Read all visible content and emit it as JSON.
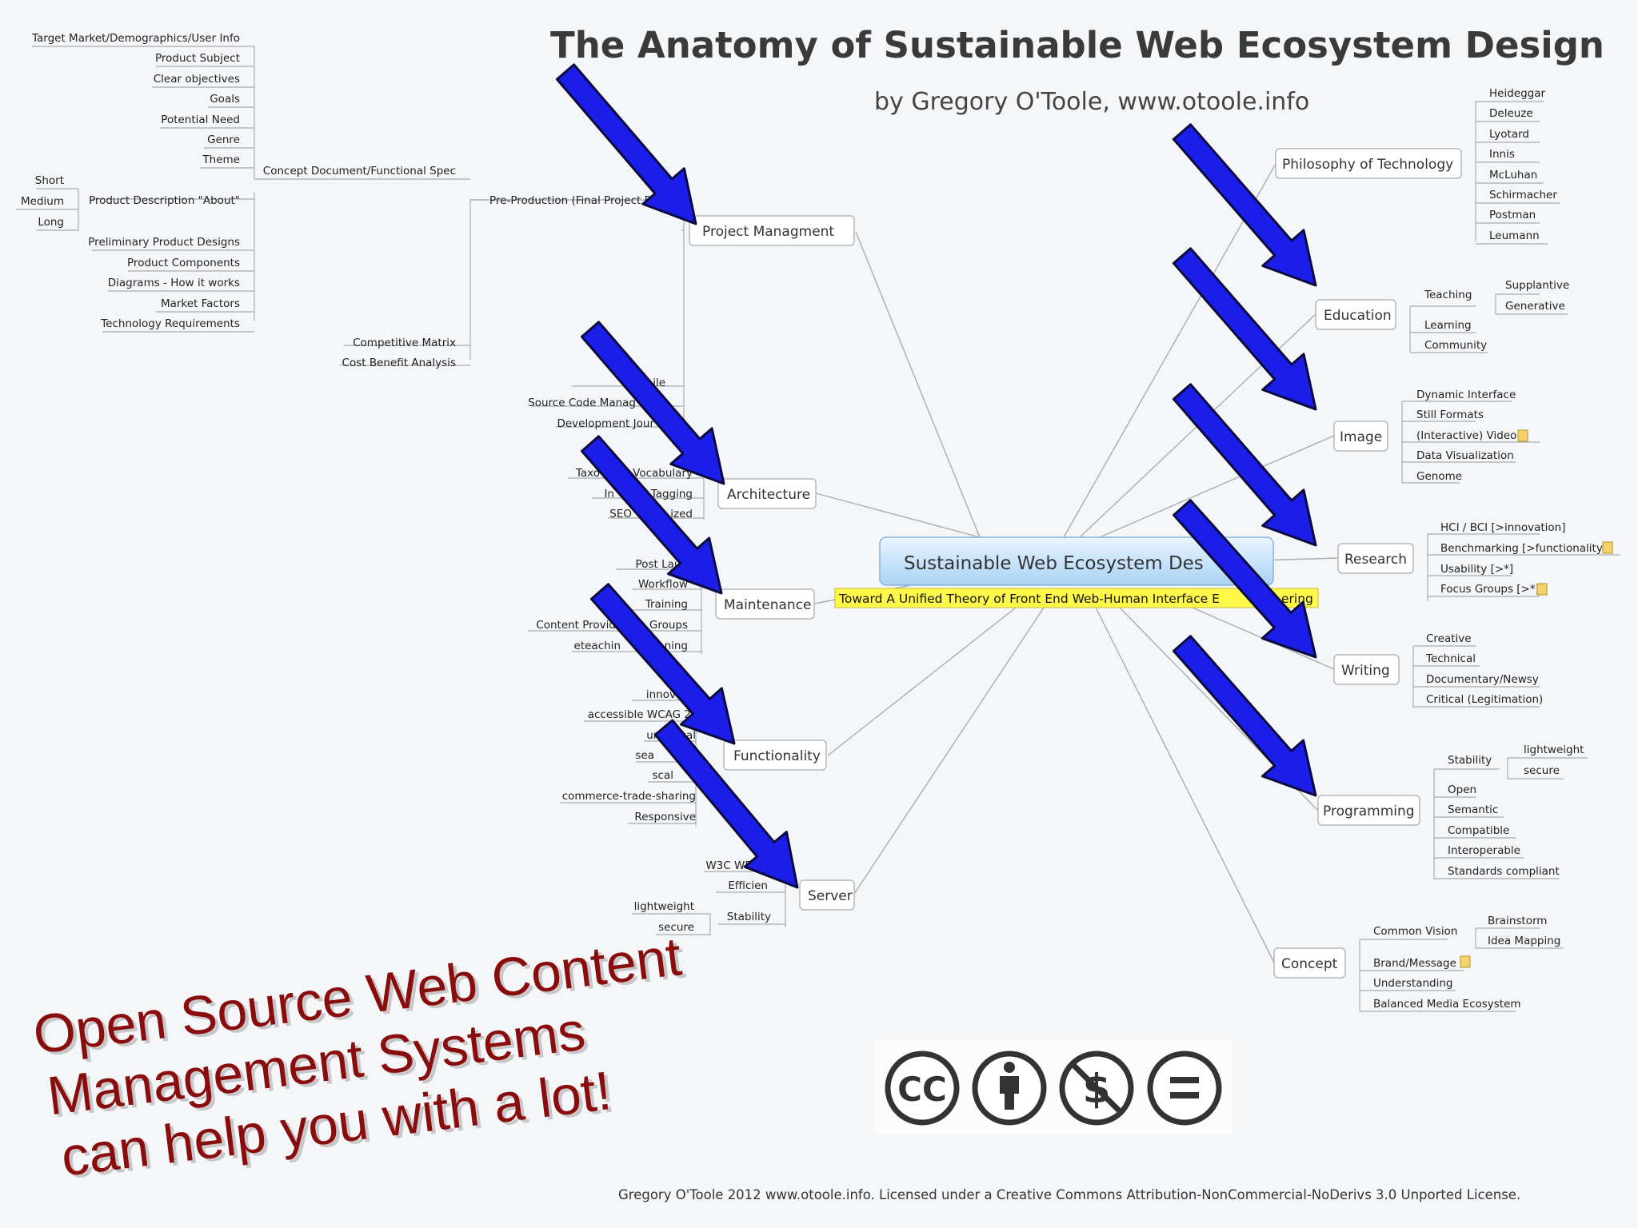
{
  "header": {
    "title": "The Anatomy of Sustainable Web Ecosystem Design",
    "byline": "by Gregory O'Toole, www.otoole.info"
  },
  "central": {
    "label": "Sustainable Web Ecosystem Des",
    "tagline": "Toward A Unified Theory of Front End Web-Human Interface E",
    "tagline_tail": "ering"
  },
  "left": {
    "project": {
      "label": "Project Managment",
      "preprod": "Pre-Production (Final Project Pla",
      "concept_doc": "Concept Document/Functional Spec",
      "concept_items": [
        "Target Market/Demographics/User Info",
        "Product Subject",
        "Clear objectives",
        "Goals",
        "Potential Need",
        "Genre",
        "Theme"
      ],
      "product_desc": "Product Description \"About\"",
      "lengths": [
        "Short",
        "Medium",
        "Long"
      ],
      "design_items": [
        "Preliminary Product Designs",
        "Product Components",
        "Diagrams - How it works",
        "Market Factors",
        "Technology Requirements"
      ],
      "extra": [
        "Competitive Matrix",
        "Cost Benefit Analysis"
      ],
      "partial": [
        "ile",
        "Source Code Manag",
        "Development Jour"
      ]
    },
    "architecture": {
      "label": "Architecture",
      "items": [
        "Taxo",
        "Vocabulary",
        "In",
        "Tagging",
        "SEO",
        "ized"
      ]
    },
    "maintenance": {
      "label": "Maintenance",
      "items": [
        "Post Laun",
        "Workflow",
        "Training",
        "Content Provid",
        "Groups",
        "eteachin",
        "ning"
      ]
    },
    "functionality": {
      "label": "Functionality",
      "items": [
        "innov",
        "accessible WCAG 2",
        "universal",
        "sea",
        "scal",
        "commerce-trade-sharing",
        "Responsive"
      ]
    },
    "server": {
      "label": "Server",
      "items": [
        "W3C WPE",
        "Efficien"
      ],
      "stability": "Stability",
      "stability_items": [
        "lightweight",
        "secure"
      ]
    }
  },
  "right": {
    "philosophy": {
      "label": "Philosophy of Technology",
      "items": [
        "Heideggar",
        "Deleuze",
        "Lyotard",
        "Innis",
        "McLuhan",
        "Schirmacher",
        "Postman",
        "Leumann"
      ]
    },
    "education": {
      "label": "Education",
      "teaching": "Teaching",
      "teaching_items": [
        "Supplantive",
        "Generative"
      ],
      "items": [
        "Learning",
        "Community"
      ]
    },
    "image": {
      "label": "Image",
      "items": [
        "Dynamic Interface",
        "Still Formats",
        "(Interactive) Video",
        "Data Visualization",
        "Genome"
      ]
    },
    "research": {
      "label": "Research",
      "items": [
        "HCI / BCI [>innovation]",
        "Benchmarking [>functionality]",
        "Usability [>*]",
        "Focus Groups [>*]"
      ]
    },
    "writing": {
      "label": "Writing",
      "items": [
        "Creative",
        "Technical",
        "Documentary/Newsy",
        "Critical (Legitimation)"
      ]
    },
    "programming": {
      "label": "Programming",
      "stability": "Stability",
      "stability_items": [
        "lightweight",
        "secure"
      ],
      "items": [
        "Open",
        "Semantic",
        "Compatible",
        "Interoperable",
        "Standards compliant"
      ]
    },
    "concept": {
      "label": "Concept",
      "common_vision": "Common Vision",
      "cv_items": [
        "Brainstorm",
        "Idea Mapping"
      ],
      "items": [
        "Brand/Message",
        "Understanding",
        "Balanced Media Ecosystem"
      ]
    }
  },
  "overlay": {
    "lines": [
      "Open Source Web Content",
      "Management Systems",
      "can help you with a lot!"
    ],
    "color": "#8a0d0d"
  },
  "license_icons": [
    "cc-icon",
    "attribution-icon",
    "noncommercial-icon",
    "noderivs-icon"
  ],
  "license_icon_text": "CC",
  "footer": "Gregory O'Toole 2012 www.otoole.info. Licensed under a Creative Commons Attribution-NonCommercial-NoDerivs 3.0 Unported License.",
  "colors": {
    "arrow": "#1a1ee8",
    "background": "#f5f6f8",
    "highlight": "#fff94a"
  }
}
